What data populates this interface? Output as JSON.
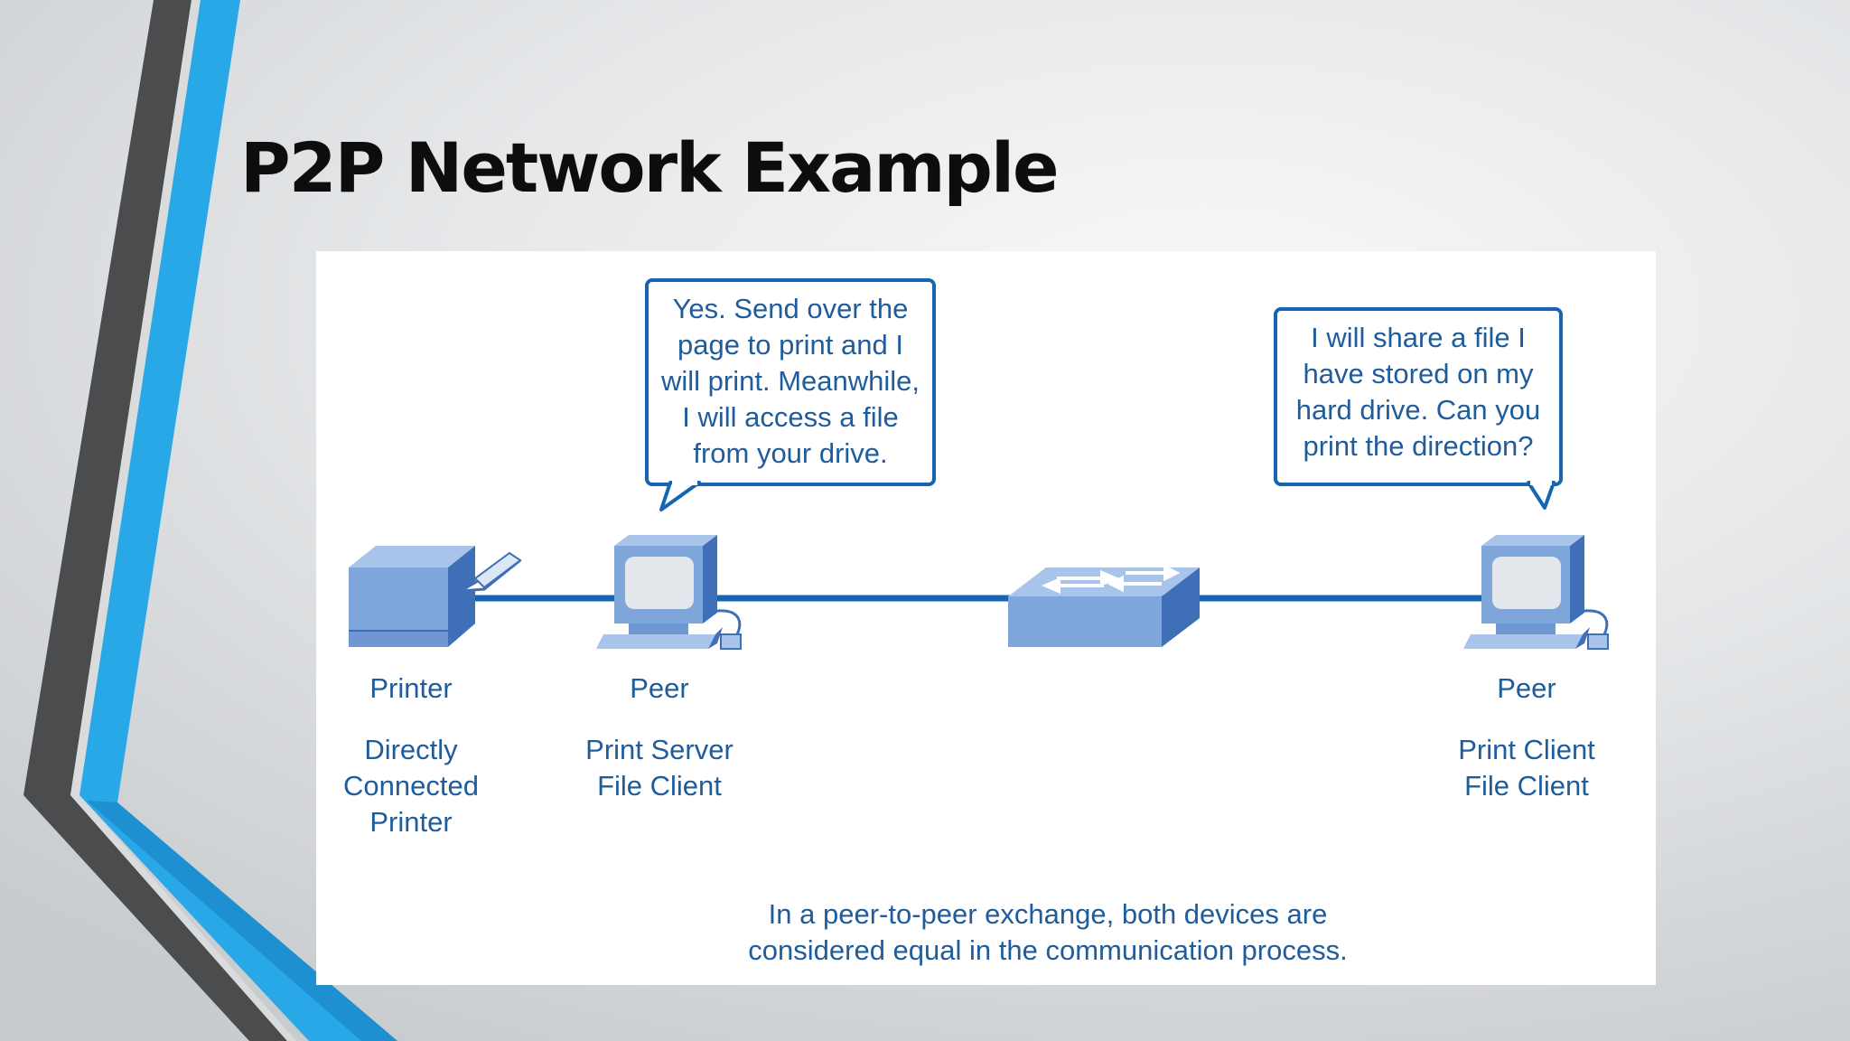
{
  "slide": {
    "title": "P2P Network Example"
  },
  "figure": {
    "bubbles": {
      "server_said": "Yes. Send over the\npage to print and I\nwill print. Meanwhile,\nI will access a file\nfrom your drive.",
      "client_said": "I will share a file I\nhave stored on my\nhard drive. Can you\nprint the direction?"
    },
    "devices": {
      "printer": {
        "name": "Printer",
        "role": "Directly\nConnected\nPrinter"
      },
      "peer_server": {
        "name": "Peer",
        "role": "Print Server\nFile Client"
      },
      "peer_client": {
        "name": "Peer",
        "role": "Print Client\nFile Client"
      }
    },
    "caption": "In a peer-to-peer exchange, both devices are\nconsidered equal in the communication process."
  },
  "colors": {
    "accent_blue": "#29a8e8",
    "dark_gray": "#4a4c4e",
    "line_blue": "#1565b0",
    "device_blue": "#7ea6db",
    "device_dark": "#3f6fb6",
    "text_blue": "#1f5c9c"
  }
}
